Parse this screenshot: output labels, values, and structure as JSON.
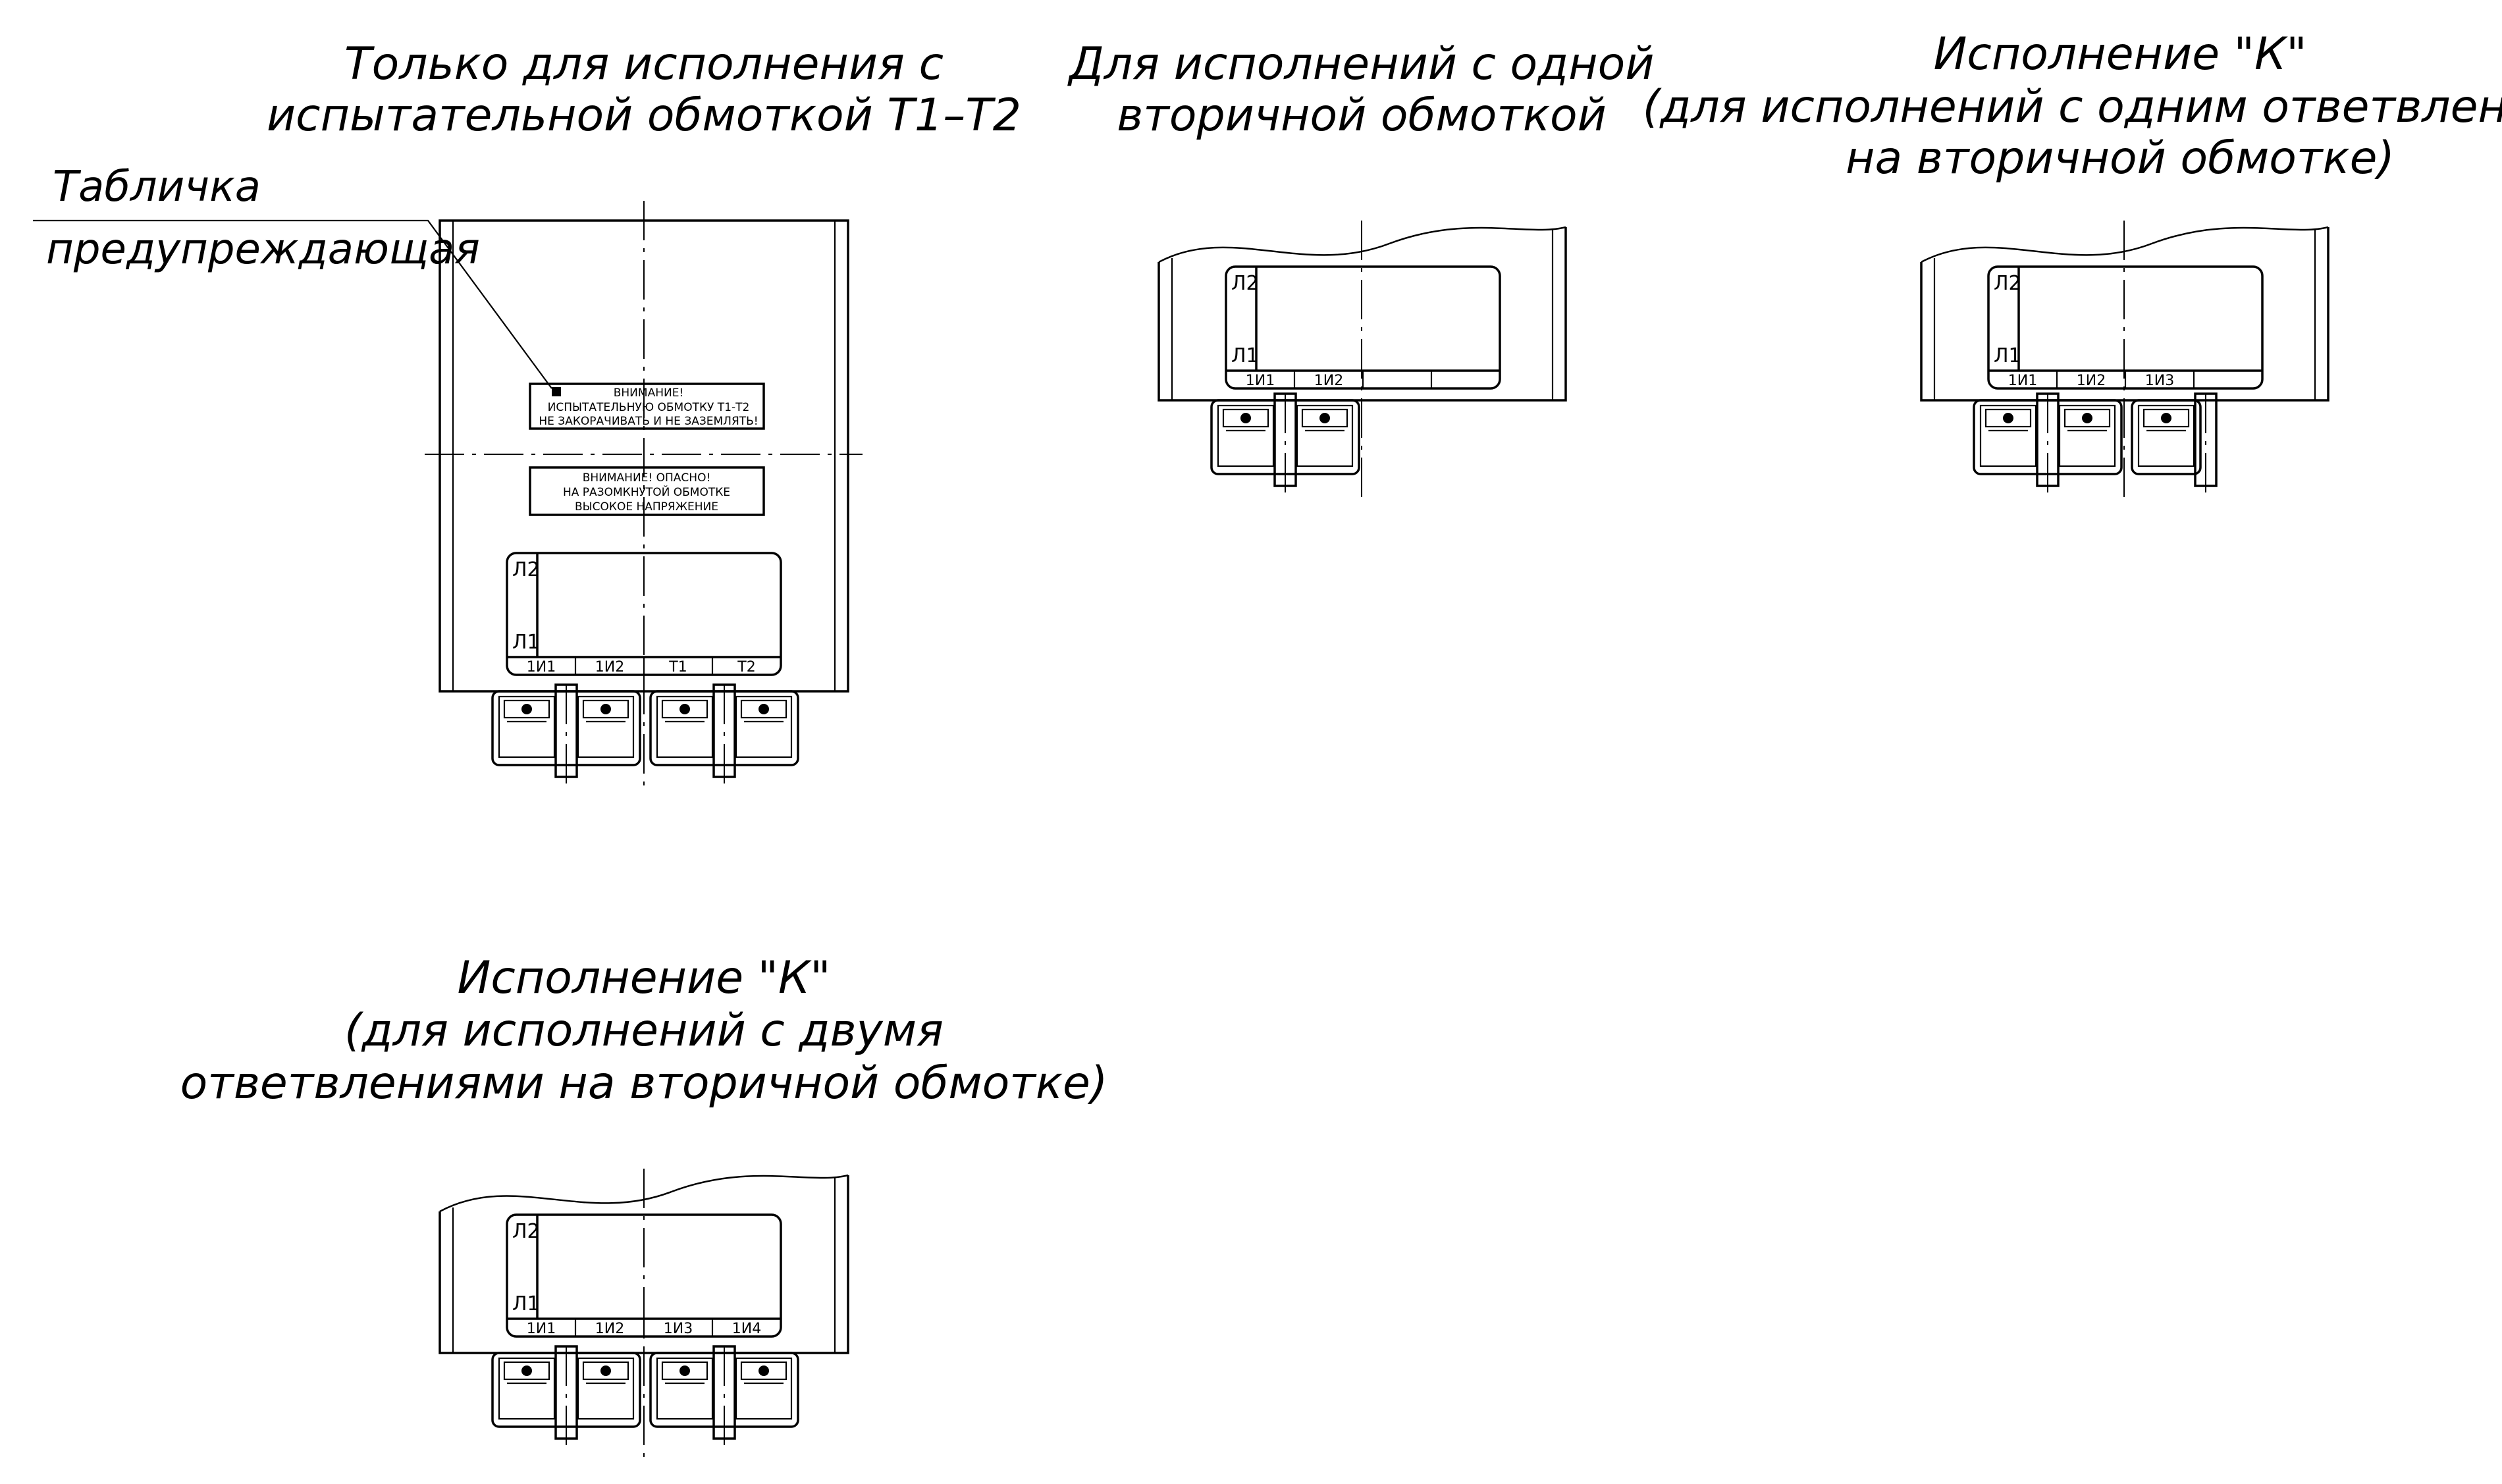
{
  "titles": {
    "top_left": [
      "Только для исполнения с",
      "испытательной обмоткой Т1–Т2"
    ],
    "top_middle": [
      "Для исполнений с одной",
      "вторичной обмоткой"
    ],
    "top_right": [
      "Исполнение \"К\"",
      "(для исполнений с одним ответвлением",
      "на вторичной обмотке)"
    ],
    "bottom_left": [
      "Исполнение \"К\"",
      "(для исполнений с двумя",
      "ответвлениями на вторичной обмотке)"
    ]
  },
  "callout": [
    "Табличка",
    "предупреждающая"
  ],
  "plates": {
    "warning_test": [
      "ВНИМАНИЕ!",
      "ИСПЫТАТЕЛЬНУЮ ОБМОТКУ Т1-Т2",
      "НЕ ЗАКОРАЧИВАТЬ И НЕ ЗАЗЕМЛЯТЬ!"
    ],
    "warning_danger": [
      "ВНИМАНИЕ! ОПАСНО!",
      "НА РАЗОМКНУТОЙ ОБМОТКЕ",
      "ВЫСОКОЕ НАПРЯЖЕНИЕ"
    ]
  },
  "primary_labels": [
    "Л2",
    "Л1"
  ],
  "views": {
    "full": {
      "terminals": [
        "1И1",
        "1И2",
        "Т1",
        "Т2"
      ]
    },
    "single": {
      "terminals": [
        "1И1",
        "1И2",
        "",
        ""
      ]
    },
    "one_tap": {
      "terminals": [
        "1И1",
        "1И2",
        "1И3",
        ""
      ]
    },
    "two_taps": {
      "terminals": [
        "1И1",
        "1И2",
        "1И3",
        "1И4"
      ]
    }
  }
}
